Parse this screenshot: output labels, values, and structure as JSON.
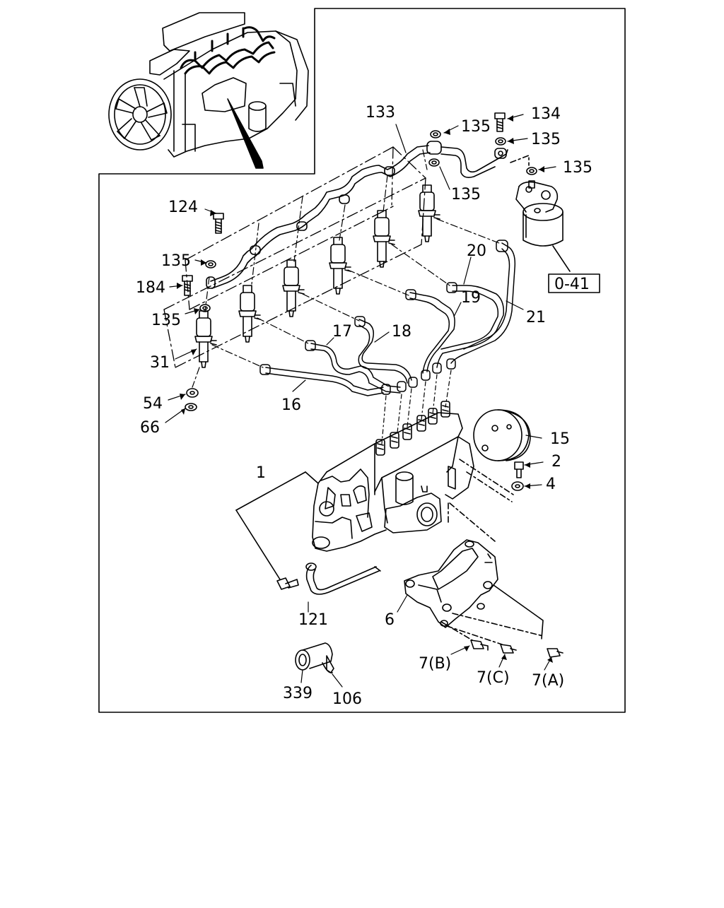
{
  "diagram": {
    "callouts": {
      "c1": "1",
      "c2": "2",
      "c4": "4",
      "c6": "6",
      "c7a": "7(A)",
      "c7b": "7(B)",
      "c7c": "7(C)",
      "c15": "15",
      "c16": "16",
      "c17": "17",
      "c18": "18",
      "c19": "19",
      "c20": "20",
      "c21": "21",
      "c31": "31",
      "c54": "54",
      "c66": "66",
      "c106": "106",
      "c121": "121",
      "c124": "124",
      "c133": "133",
      "c134": "134",
      "c135a": "135",
      "c135b": "135",
      "c135c": "135",
      "c135d": "135",
      "c135e": "135",
      "c135f": "135",
      "c184": "184",
      "c339": "339"
    },
    "reference_box": "0-41"
  }
}
